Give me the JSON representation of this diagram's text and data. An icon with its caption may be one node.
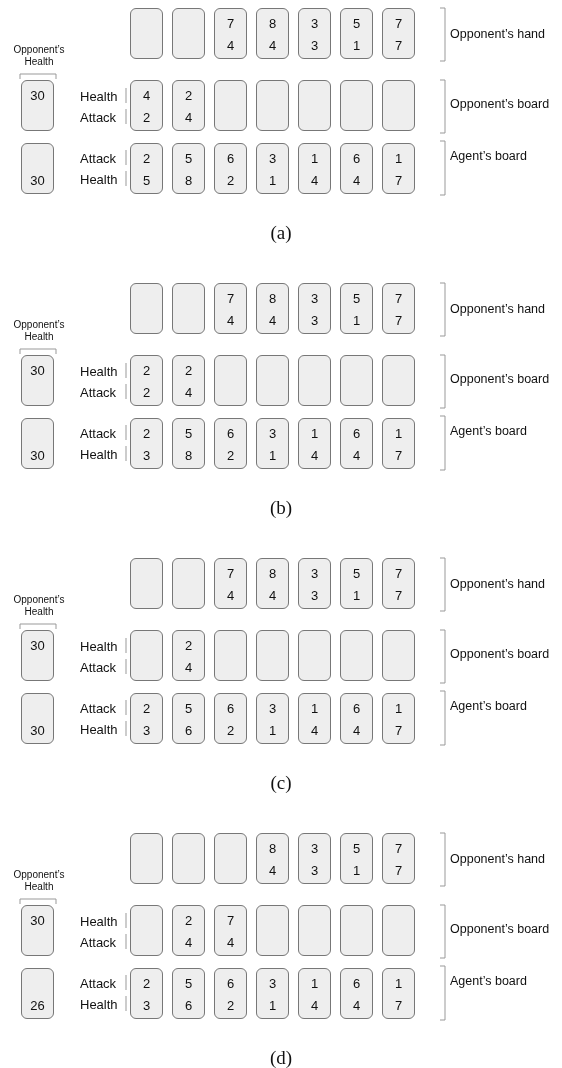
{
  "diagram": {
    "nodes": [
      {
        "text": [],
        "shape": "box"
      },
      {
        "text": [],
        "shape": "box"
      },
      {
        "text": [
          "7",
          "4"
        ]
      },
      {
        "text": [
          "8",
          "4"
        ]
      },
      {
        "text": [
          "3",
          "3"
        ]
      },
      {
        "text": [
          "5",
          "1"
        ]
      },
      {
        "text": [
          "7",
          "7"
        ]
      },
      {
        "text": [
          "30"
        ]
      },
      {
        "text": [
          "4",
          "2"
        ]
      },
      {
        "text": [
          "2",
          "4"
        ]
      },
      {
        "text": [],
        "shape": "box"
      },
      {
        "text": [],
        "shape": "box"
      },
      {
        "text": [],
        "shape": "box"
      },
      {
        "text": [],
        "shape": "box"
      },
      {
        "text": [],
        "shape": "box"
      },
      {
        "text": [
          "30"
        ]
      },
      {
        "text": [
          "2",
          "5"
        ]
      },
      {
        "text": [
          "5",
          "8"
        ]
      },
      {
        "text": [
          "6",
          "2"
        ]
      },
      {
        "text": [
          "3",
          "1"
        ]
      },
      {
        "text": [
          "1",
          "4"
        ]
      },
      {
        "text": [
          "6",
          "4"
        ]
      },
      {
        "text": [
          "1",
          "7"
        ]
      },
      {
        "text": [],
        "shape": "box"
      },
      {
        "text": [],
        "shape": "box"
      },
      {
        "text": [
          "7",
          "4"
        ]
      },
      {
        "text": [
          "8",
          "4"
        ]
      },
      {
        "text": [
          "3",
          "3"
        ]
      },
      {
        "text": [
          "5",
          "1"
        ]
      },
      {
        "text": [
          "7",
          "7"
        ]
      },
      {
        "text": [
          "30"
        ]
      },
      {
        "text": [
          "2",
          "2"
        ]
      },
      {
        "text": [
          "2",
          "4"
        ]
      },
      {
        "text": [],
        "shape": "box"
      },
      {
        "text": [],
        "shape": "box"
      },
      {
        "text": [],
        "shape": "box"
      },
      {
        "text": [],
        "shape": "box"
      },
      {
        "text": [],
        "shape": "box"
      },
      {
        "text": [
          "30"
        ]
      },
      {
        "text": [
          "2",
          "3"
        ]
      },
      {
        "text": [
          "5",
          "8"
        ]
      },
      {
        "text": [
          "6",
          "2"
        ]
      },
      {
        "text": [
          "3",
          "1"
        ]
      },
      {
        "text": [
          "1",
          "4"
        ]
      },
      {
        "text": [
          "6",
          "4"
        ]
      },
      {
        "text": [
          "1",
          "7"
        ]
      },
      {
        "text": [],
        "shape": "box"
      },
      {
        "text": [],
        "shape": "box"
      },
      {
        "text": [
          "7",
          "4"
        ]
      },
      {
        "text": [
          "8",
          "4"
        ]
      },
      {
        "text": [
          "3",
          "3"
        ]
      },
      {
        "text": [
          "5",
          "1"
        ]
      },
      {
        "text": [
          "7",
          "7"
        ]
      },
      {
        "text": [
          "30"
        ]
      },
      {
        "text": [],
        "shape": "box"
      },
      {
        "text": [
          "2",
          "4"
        ]
      },
      {
        "text": [],
        "shape": "box"
      },
      {
        "text": [],
        "shape": "box"
      },
      {
        "text": [],
        "shape": "box"
      },
      {
        "text": [],
        "shape": "box"
      },
      {
        "text": [],
        "shape": "box"
      },
      {
        "text": [
          "30"
        ]
      },
      {
        "text": [
          "2",
          "3"
        ]
      },
      {
        "text": [
          "5",
          "6"
        ]
      },
      {
        "text": [
          "6",
          "2"
        ]
      },
      {
        "text": [
          "3",
          "1"
        ]
      },
      {
        "text": [
          "1",
          "4"
        ]
      },
      {
        "text": [
          "6",
          "4"
        ]
      },
      {
        "text": [
          "1",
          "7"
        ]
      },
      {
        "text": [],
        "shape": "box"
      },
      {
        "text": [],
        "shape": "box"
      },
      {
        "text": [],
        "shape": "box"
      },
      {
        "text": [
          "8",
          "4"
        ]
      },
      {
        "text": [
          "3",
          "3"
        ]
      },
      {
        "text": [
          "5",
          "1"
        ]
      },
      {
        "text": [
          "7",
          "7"
        ]
      },
      {
        "text": [
          "30"
        ]
      },
      {
        "text": [],
        "shape": "box"
      },
      {
        "text": [
          "2",
          "4"
        ]
      },
      {
        "text": [
          "7",
          "4"
        ]
      },
      {
        "text": [],
        "shape": "box"
      },
      {
        "text": [],
        "shape": "box"
      },
      {
        "text": [],
        "shape": "box"
      },
      {
        "text": [],
        "shape": "box"
      },
      {
        "text": [
          "26"
        ]
      },
      {
        "text": [
          "2",
          "3"
        ]
      },
      {
        "text": [
          "5",
          "6"
        ]
      },
      {
        "text": [
          "6",
          "2"
        ]
      },
      {
        "text": [
          "3",
          "1"
        ]
      },
      {
        "text": [
          "1",
          "4"
        ]
      },
      {
        "text": [
          "6",
          "4"
        ]
      },
      {
        "text": [
          "1",
          "7"
        ]
      }
    ],
    "labels": [
      "Opponent’s hand",
      "Opponent’s Health",
      "Health",
      "Opponent’s board",
      "Attack",
      "Attack",
      "Agent’s board",
      "Health",
      "(a)",
      "Opponent’s hand",
      "Opponent’s Health",
      "Health",
      "Opponent’s board",
      "Attack",
      "Attack",
      "Agent’s board",
      "Health",
      "(b)",
      "Opponent’s hand",
      "Opponent’s Health",
      "Health",
      "Opponent’s board",
      "Attack",
      "Attack",
      "Agent’s board",
      "Health",
      "(c)",
      "Opponent’s hand",
      "Opponent’s Health",
      "Health",
      "Opponent’s board",
      "Attack",
      "Attack",
      "Agent’s board",
      "Health",
      "(d)"
    ]
  }
}
